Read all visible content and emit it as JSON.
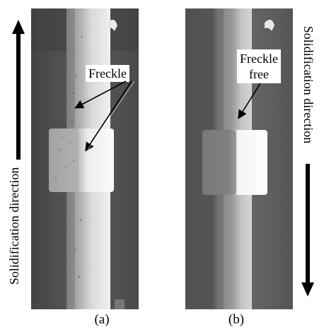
{
  "panel_a": {
    "label": "(a)",
    "callout": "Freckle",
    "direction_label": "Solidification direction",
    "direction": "up"
  },
  "panel_b": {
    "label": "(b)",
    "callout_line1": "Freckle",
    "callout_line2": "free",
    "direction_label": "Solidification direction",
    "direction": "down"
  }
}
